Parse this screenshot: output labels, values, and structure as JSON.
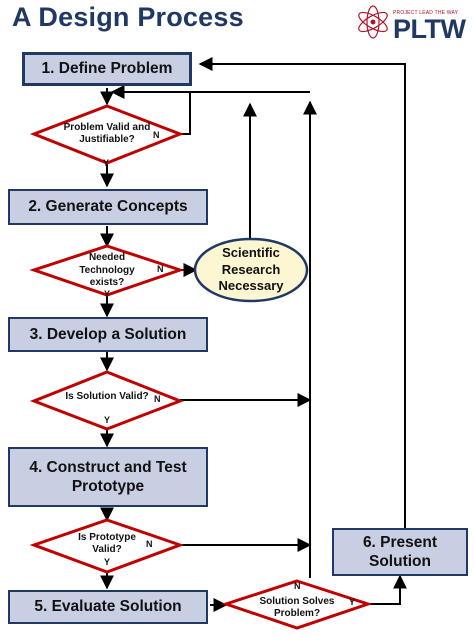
{
  "title": "A Design Process",
  "logo": {
    "tagline": "PROJECT LEAD THE WAY",
    "name": "PLTW"
  },
  "steps": [
    {
      "label": "1. Define Problem"
    },
    {
      "label": "2. Generate Concepts"
    },
    {
      "label": "3. Develop a Solution"
    },
    {
      "label": "4. Construct and Test Prototype"
    },
    {
      "label": "5. Evaluate Solution"
    },
    {
      "label": "6. Present Solution"
    }
  ],
  "decisions": [
    {
      "label": "Problem Valid and Justifiable?",
      "no": "N",
      "yes": "Y"
    },
    {
      "label": "Needed Technology exists?",
      "no": "N",
      "yes": "Y"
    },
    {
      "label": "Is Solution Valid?",
      "no": "N",
      "yes": "Y"
    },
    {
      "label": "Is Prototype Valid?",
      "no": "N",
      "yes": "Y"
    },
    {
      "label": "Solution Solves Problem?",
      "no": "N",
      "yes": "Y"
    }
  ],
  "research": {
    "label": "Scientific Research Necessary"
  },
  "colors": {
    "box_fill": "#c9cfe3",
    "box_border": "#1f3864",
    "diamond_border": "#c00000",
    "oval_fill": "#fdf6d2",
    "title": "#1f3864",
    "logo_accent": "#b0152a"
  }
}
